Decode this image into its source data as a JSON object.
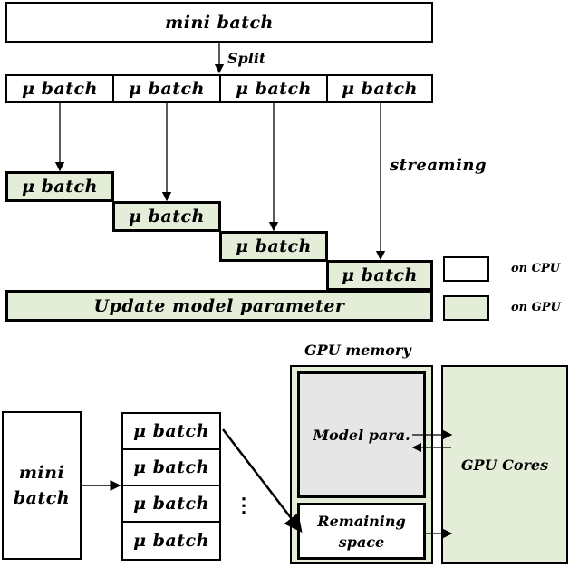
{
  "top": {
    "mini_batch_label": "mini batch",
    "split_label": "Split",
    "micro_batches": [
      "μ batch",
      "μ batch",
      "μ batch",
      "μ batch"
    ],
    "streaming_label": "streaming",
    "gpu_micro_batches": [
      "μ batch",
      "μ batch",
      "μ batch",
      "μ batch"
    ],
    "update_label": "Update model parameter"
  },
  "legend": {
    "cpu_label": "on CPU",
    "gpu_label": "on GPU",
    "cpu_color": "#ffffff",
    "gpu_color": "#e3edd7"
  },
  "bottom": {
    "mini_batch_label": "mini batch",
    "micro_batches": [
      "μ batch",
      "μ batch",
      "μ batch",
      "μ batch"
    ],
    "ellipsis": "⋮",
    "gpu_memory_label": "GPU memory",
    "model_para_label": "Model para.",
    "remaining_space_label": "Remaining space",
    "gpu_cores_label": "GPU Cores"
  }
}
